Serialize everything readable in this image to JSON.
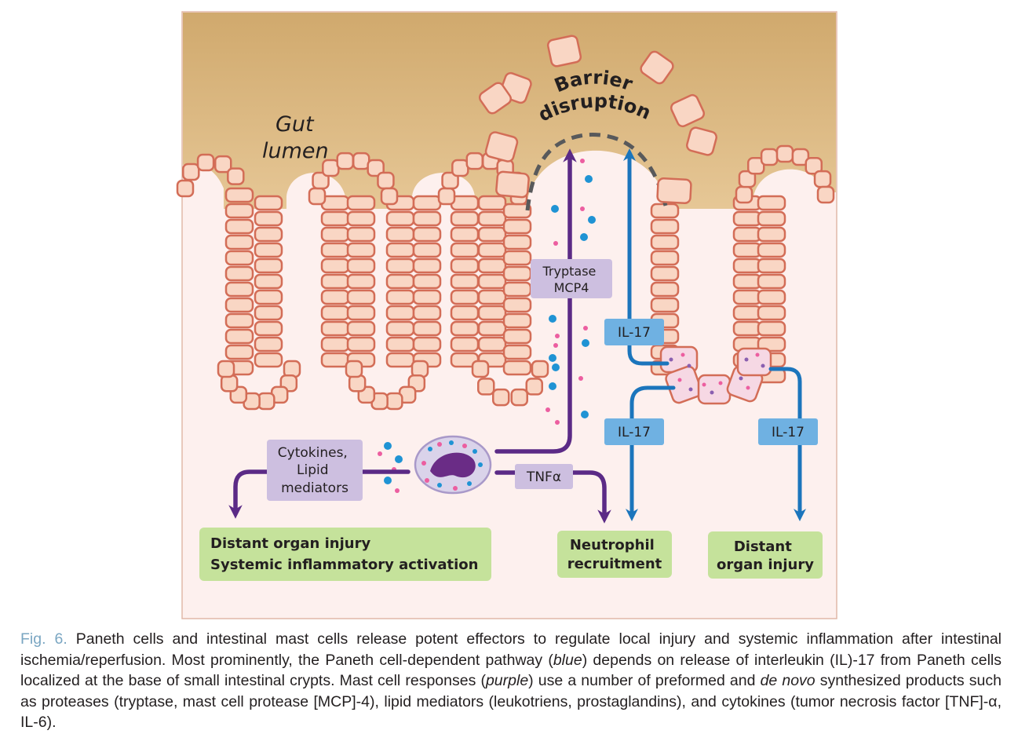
{
  "figure": {
    "lumen_label": [
      "Gut",
      "lumen"
    ],
    "barrier_label": [
      "Barrier",
      "disruption"
    ],
    "tryptase_label": [
      "Tryptase",
      "MCP4"
    ],
    "il17_top": "IL-17",
    "il17_left": "IL-17",
    "il17_right": "IL-17",
    "cytokines_label": [
      "Cytokines,",
      "Lipid",
      "mediators"
    ],
    "tnf_label": "TNFα",
    "distant_systemic_label": [
      "Distant organ injury",
      "Systemic inflammatory activation"
    ],
    "neutrophil_label": [
      "Neutrophil",
      "recruitment"
    ],
    "distant_organ_label": [
      "Distant",
      "organ injury"
    ]
  },
  "caption": {
    "fig_label": "Fig. 6.",
    "t1": " Paneth cells and intestinal mast cells release potent effectors to regulate local injury and systemic inflammation after intestinal ischemia/reperfusion. Most prominently, the Paneth cell-dependent pathway (",
    "blue_word": "blue",
    "t2": ") depends on release of interleukin (IL)-17 from Paneth cells localized at the base of small intestinal crypts. Mast cell responses (",
    "purple_word": "purple",
    "t3": ") use a number of preformed and ",
    "de_novo": "de novo",
    "t4": " synthesized products such as proteases (tryptase, mast cell protease [MCP]-4), lipid mediators (leukotriens, prostaglandins), and cytokines (tumor necrosis factor [TNF]-α, IL-6)."
  },
  "colors": {
    "lumen_top": "#d0a96d",
    "lumen_bottom": "#e3c08d",
    "tissue": "#fdf0ee",
    "epithelium_fill": "#f9d6c4",
    "epithelium_stroke": "#d36d57",
    "purple_arrow": "#5b2a86",
    "blue_arrow": "#1b75bc",
    "purple_box": "#cdbfe0",
    "blue_box": "#6fb1e2",
    "green_box": "#c5e29b",
    "dot_blue": "#1f93d4",
    "dot_pink": "#ec5ea0"
  }
}
